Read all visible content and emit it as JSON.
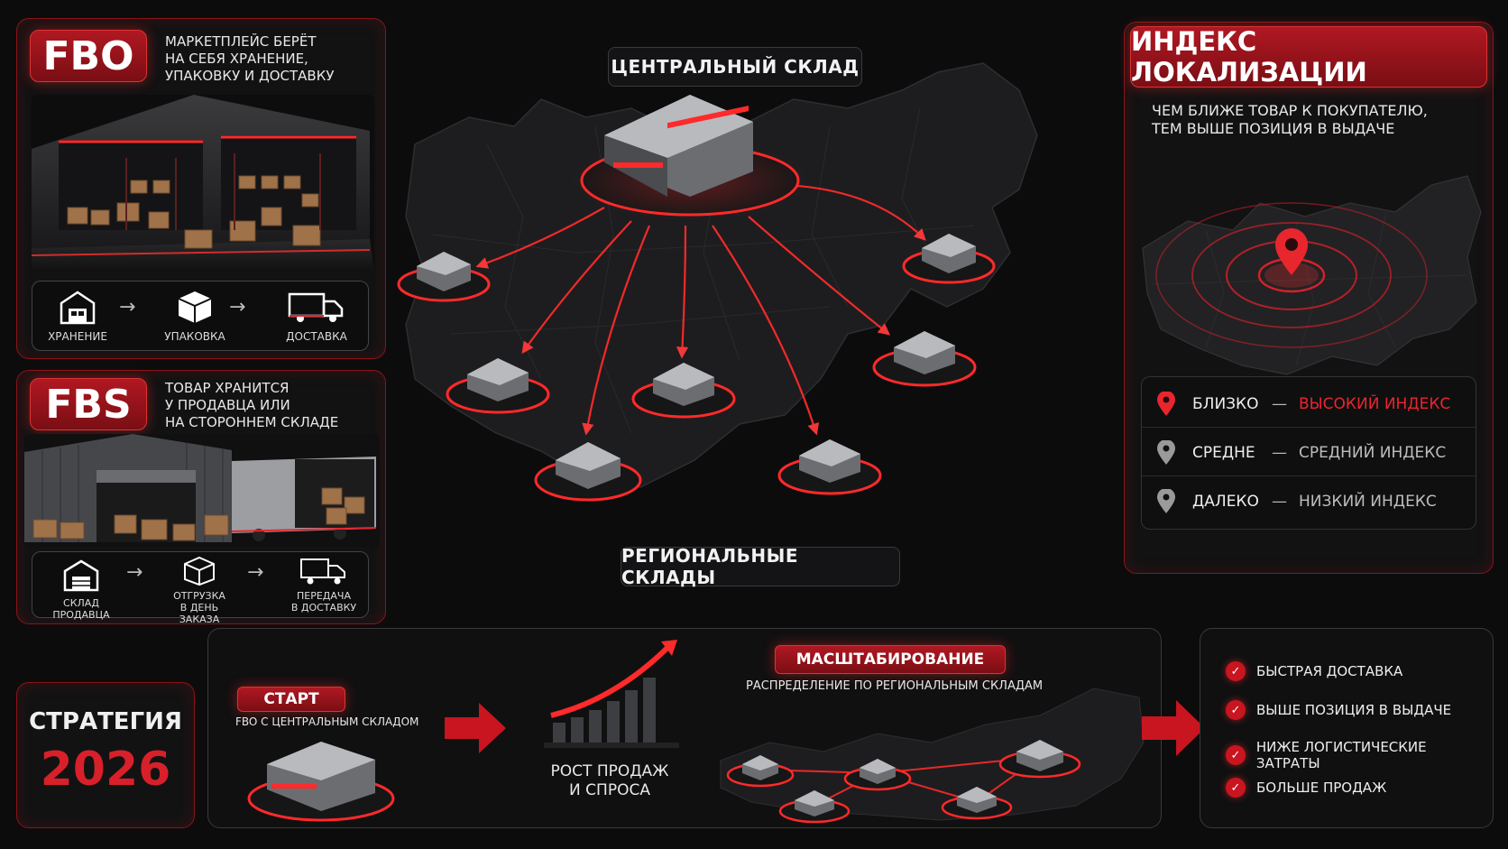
{
  "fbo": {
    "title": "FBO",
    "description": [
      "МАРКЕТПЛЕЙС БЕРЁТ",
      "НА СЕБЯ ХРАНЕНИЕ,",
      "УПАКОВКУ И ДОСТАВКУ"
    ],
    "steps": [
      "ХРАНЕНИЕ",
      "УПАКОВКА",
      "ДОСТАВКА"
    ]
  },
  "fbs": {
    "title": "FBS",
    "description": [
      "ТОВАР ХРАНИТСЯ",
      "У ПРОДАВЦА ИЛИ",
      "НА СТОРОННЕМ СКЛАДЕ"
    ],
    "steps": [
      "СКЛАД ПРОДАВЦА",
      "ОТГРУЗКА\nВ ДЕНЬ ЗАКАЗА",
      "ПЕРЕДАЧА\nВ ДОСТАВКУ"
    ]
  },
  "map": {
    "central_label": "ЦЕНТРАЛЬНЫЙ СКЛАД",
    "regional_label": "РЕГИОНАЛЬНЫЕ СКЛАДЫ"
  },
  "index": {
    "title": "ИНДЕКС ЛОКАЛИЗАЦИИ",
    "subtitle": [
      "ЧЕМ БЛИЖЕ ТОВАР К ПОКУПАТЕЛЮ,",
      "ТЕМ ВЫШЕ ПОЗИЦИЯ В ВЫДАЧЕ"
    ],
    "legend": [
      {
        "distance": "БЛИЗКО",
        "dash": "—",
        "level": "ВЫСОКИЙ ИНДЕКС",
        "color": "#e8262e"
      },
      {
        "distance": "СРЕДНЕ",
        "dash": "—",
        "level": "СРЕДНИЙ ИНДЕКС",
        "color": "#bdbdbd"
      },
      {
        "distance": "ДАЛЕКО",
        "dash": "—",
        "level": "НИЗКИЙ ИНДЕКС",
        "color": "#bdbdbd"
      }
    ]
  },
  "strategy": {
    "title": "СТРАТЕГИЯ",
    "year": "2026"
  },
  "start": {
    "badge": "СТАРТ",
    "caption": "FBO С ЦЕНТРАЛЬНЫМ СКЛАДОМ"
  },
  "growth": {
    "label": [
      "РОСТ ПРОДАЖ",
      "И СПРОСА"
    ]
  },
  "scaling": {
    "badge": "МАСШТАБИРОВАНИЕ",
    "caption": "РАСПРЕДЕЛЕНИЕ ПО РЕГИОНАЛЬНЫМ СКЛАДАМ"
  },
  "benefits": [
    "БЫСТРАЯ ДОСТАВКА",
    "ВЫШЕ ПОЗИЦИЯ В ВЫДАЧЕ",
    "НИЖЕ ЛОГИСТИЧЕСКИЕ ЗАТРАТЫ",
    "БОЛЬШЕ ПРОДАЖ"
  ],
  "colors": {
    "accent": "#c8151f",
    "background": "#0c0c0d",
    "panel_border": "#8a1418"
  },
  "icons": [
    "warehouse-icon",
    "box-icon",
    "truck-icon",
    "location-pin-icon",
    "check-icon",
    "arrow-right-icon"
  ]
}
